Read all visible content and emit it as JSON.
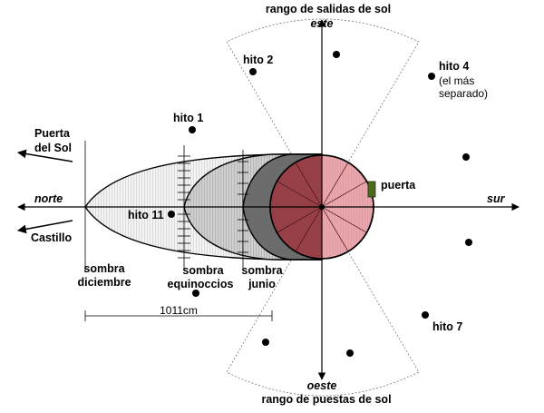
{
  "labels": {
    "sunrise_range": "rango de salidas de sol",
    "east": "este",
    "sunset_range": "rango de puestas de sol",
    "west": "oeste",
    "north": "norte",
    "south": "sur",
    "door": "puerta",
    "puerta_del_sol_1": "Puerta",
    "puerta_del_sol_2": "del Sol",
    "castillo": "Castillo",
    "shadow_december_1": "sombra",
    "shadow_december_2": "diciembre",
    "shadow_equinox_1": "sombra",
    "shadow_equinox_2": "equinoccios",
    "shadow_june_1": "sombra",
    "shadow_june_2": "junio",
    "distance": "1011cm"
  },
  "landmarks": {
    "hito_1": "hito 1",
    "hito_2": "hito 2",
    "hito_4_1": "hito 4",
    "hito_4_2": "(el más",
    "hito_4_3": "separado)",
    "hito_7": "hito 7",
    "hito_11": "hito 11"
  },
  "colors": {
    "disc_fill": "#c77d85",
    "disc_dark": "#7a2a30",
    "shadow_dec": "#f2f2f2",
    "shadow_equ": "#c8c8c8",
    "shadow_jun": "#6e6e6e",
    "door_green": "#4a6a1e"
  }
}
